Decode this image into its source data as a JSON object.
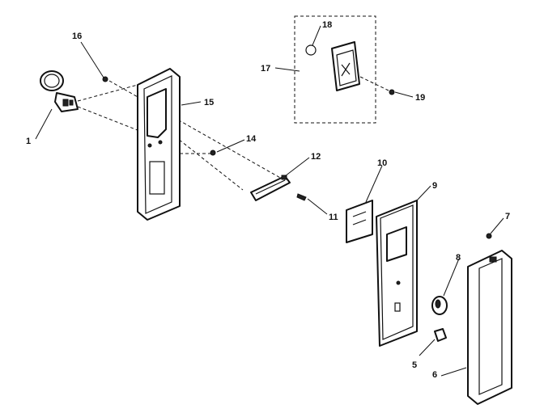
{
  "diagram": {
    "labels": {
      "p1": "1",
      "p5": "5",
      "p6": "6",
      "p7": "7",
      "p8": "8",
      "p9": "9",
      "p10": "10",
      "p11": "11",
      "p12": "12",
      "p14": "14",
      "p15": "15",
      "p16": "16",
      "p17": "17",
      "p18": "18",
      "p19": "19"
    }
  }
}
